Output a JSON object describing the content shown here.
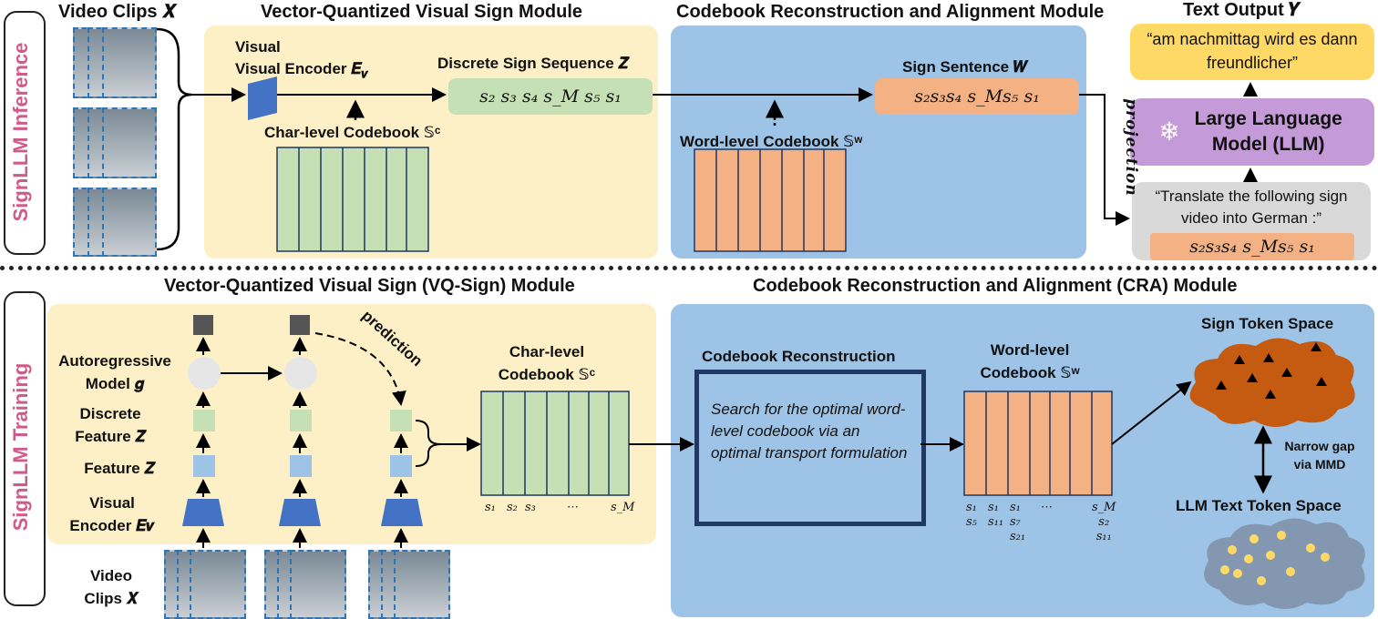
{
  "inference": {
    "side_label": "SignLLM Inference",
    "video_clips": "Video Clips 𝑿",
    "vq_title": "Vector-Quantized Visual Sign Module",
    "cra_title": "Codebook Reconstruction and Alignment Module",
    "text_output_title": "Text Output 𝒀",
    "visual_encoder": "Visual Encoder 𝑬",
    "visual_encoder_sub": "𝒗",
    "discrete_seq_label": "Discrete Sign Sequence 𝒁̂",
    "discrete_seq": "s₂  s₃  s₄  s_M  s₅  s₁",
    "char_codebook": "Char-level Codebook 𝕊ᶜ",
    "sign_sentence_label": "Sign Sentence 𝑾",
    "sign_sentence": "s₂s₃s₄  s_Ms₅  s₁",
    "word_codebook": "Word-level Codebook 𝕊ʷ",
    "projection": "projection",
    "llm": "Large Language Model (LLM)",
    "output_text": "“am nachmittag wird es dann freundlicher”",
    "prompt_text": "“Translate the following sign video into German :”",
    "prompt_seq": "s₂s₃s₄  s_Ms₅  s₁"
  },
  "training": {
    "side_label": "SignLLM Training",
    "vq_title": "Vector-Quantized Visual Sign (VQ-Sign) Module",
    "cra_title": "Codebook Reconstruction and Alignment (CRA) Module",
    "autoregressive": "Autoregressive Model 𝒈",
    "discrete_feature": "Discrete Feature 𝒁̂",
    "feature": "Feature 𝒁",
    "visual_encoder": "Visual Encoder 𝑬𝒗",
    "video_clips": "Video Clips 𝑿",
    "prediction": "prediction",
    "char_codebook_title": "Char-level Codebook 𝕊ᶜ",
    "char_indices": [
      "s₁",
      "s₂",
      "s₃",
      "⋯",
      "s_M"
    ],
    "codebook_reconstruction": "Codebook Reconstruction",
    "reconstruction_text": "Search for the optimal word-level codebook via an optimal transport formulation",
    "word_codebook_title": "Word-level Codebook 𝕊ʷ",
    "word_indices": [
      [
        "s₁",
        "s₅"
      ],
      [
        "s₁",
        "s₁₁"
      ],
      [
        "s₁",
        "s₇",
        "s₂₁"
      ],
      [
        "⋯"
      ],
      [
        "s_M",
        "s₂",
        "s₁₁"
      ]
    ],
    "sign_token_space": "Sign Token Space",
    "narrow_gap": "Narrow gap via MMD",
    "llm_token_space": "LLM Text Token Space"
  },
  "colors": {
    "yellow_panel": "#fdf0c6",
    "blue_panel": "#9dc3e6",
    "green_codebook": "#c5e0b4",
    "orange_codebook": "#f4b183",
    "encoder_blue": "#4472c4",
    "llm_purple": "#c49ad8",
    "output_yellow": "#ffd966",
    "side_label_pink": "#d05a8a"
  }
}
